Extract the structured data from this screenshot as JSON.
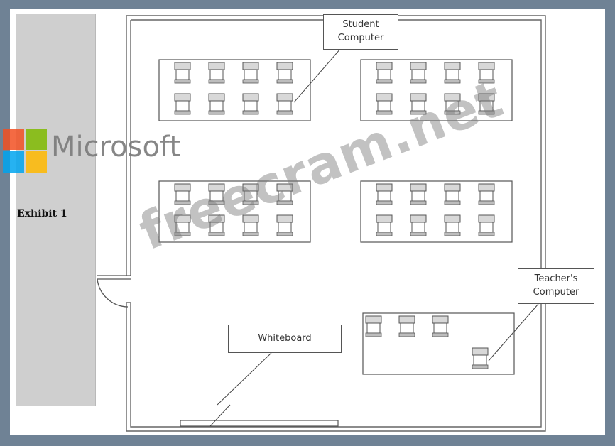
{
  "exhibit_label": "Exhibit 1",
  "watermark": {
    "logo_text": "Microsoft",
    "site_text": "freecram.net"
  },
  "callouts": {
    "student_computer": "Student\nComputer",
    "teachers_computer": "Teacher's\nComputer",
    "whiteboard": "Whiteboard"
  },
  "colors": {
    "frame": "#6f8295",
    "sidebar": "#cfcfcf",
    "ms_red": "#f25022",
    "ms_green": "#7fba00",
    "ms_blue": "#00a4ef",
    "ms_yellow": "#ffb900"
  },
  "student_tables": [
    {
      "name": "table-top-left",
      "stations": 8
    },
    {
      "name": "table-top-right",
      "stations": 8
    },
    {
      "name": "table-middle-left",
      "stations": 8
    },
    {
      "name": "table-middle-right",
      "stations": 8
    }
  ],
  "teacher_table": {
    "stations": 4
  }
}
